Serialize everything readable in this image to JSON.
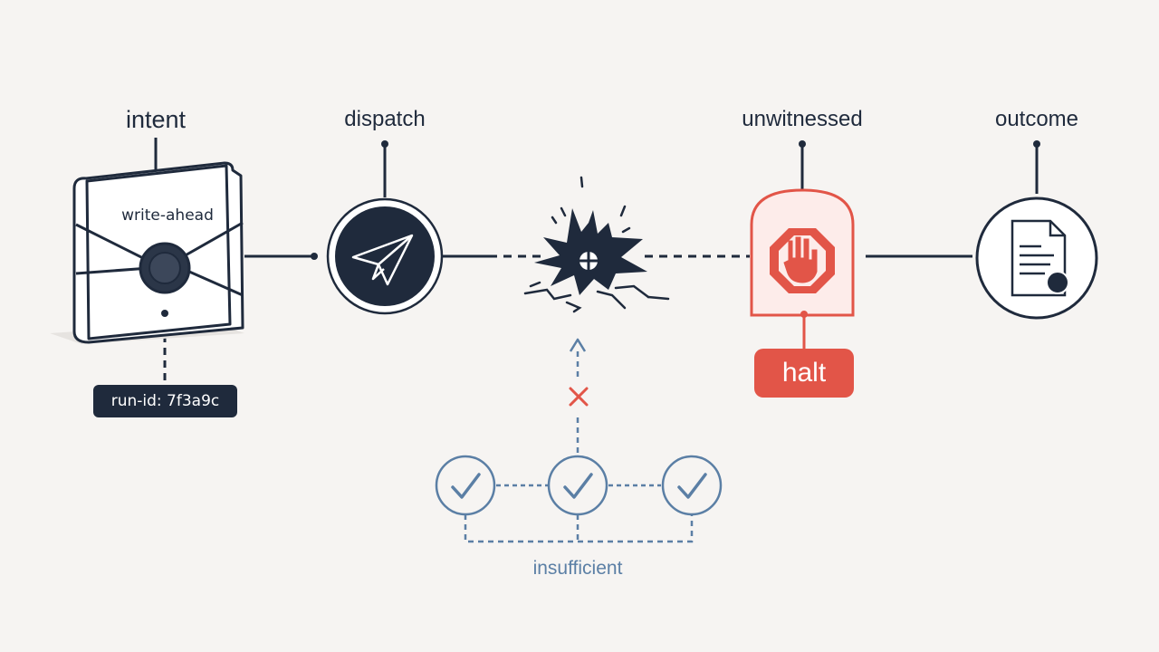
{
  "stages": {
    "intent": "intent",
    "dispatch": "dispatch",
    "unwitnessed": "unwitnessed",
    "outcome": "outcome"
  },
  "book": {
    "label": "write-ahead",
    "icon": "sealed-book-icon"
  },
  "run_badge": "run-id: 7f3a9c",
  "halt_badge": "halt",
  "witness_group": {
    "label": "insufficient",
    "count": 3,
    "icon": "check-icon"
  },
  "icons": {
    "dispatch": "paper-plane-icon",
    "failure": "explosion-icon",
    "unwitnessed": "stop-hand-icon",
    "outcome": "document-icon",
    "blocked": "x-mark-icon"
  },
  "colors": {
    "ink": "#1f2a3c",
    "alert": "#e25548",
    "muted_blue": "#5b7fa5",
    "background": "#f6f4f2"
  }
}
